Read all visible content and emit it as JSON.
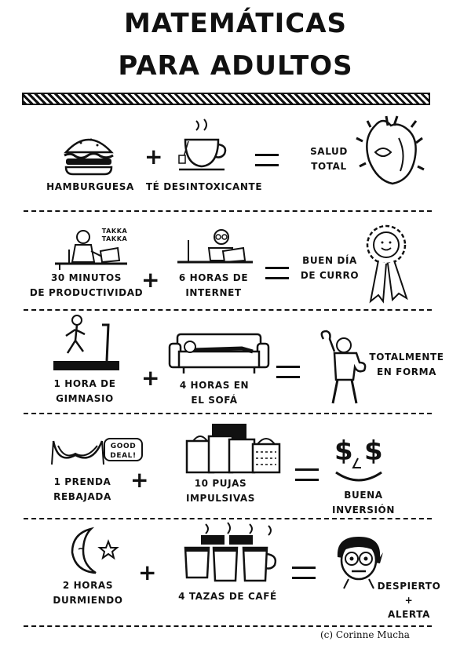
{
  "title": {
    "line1": "MATEMÁTICAS",
    "line2": "PARA ADULTOS"
  },
  "rows": [
    {
      "item_a": "HAMBURGUESA",
      "item_b": "TÉ DESINTOXICANTE",
      "result_line1": "SALUD",
      "result_line2": "TOTAL",
      "icons": [
        "burger-icon",
        "teacup-icon",
        "heart-icon"
      ]
    },
    {
      "item_a_line1": "30 MINUTOS",
      "item_a_line2": "DE PRODUCTIVIDAD",
      "sfx": "TAKKA TAKKA",
      "item_b_line1": "6 HORAS DE",
      "item_b_line2": "INTERNET",
      "result_line1": "BUEN DÍA",
      "result_line2": "DE CURRO",
      "icons": [
        "person-at-laptop-icon",
        "person-at-laptop-icon",
        "rosette-ribbon-icon"
      ]
    },
    {
      "item_a_line1": "1 HORA DE",
      "item_a_line2": "GIMNASIO",
      "item_b_line1": "4 HORAS EN",
      "item_b_line2": "EL SOFÁ",
      "result_line1": "TOTALMENTE",
      "result_line2": "EN FORMA",
      "icons": [
        "treadmill-runner-icon",
        "person-on-sofa-icon",
        "flexing-person-icon"
      ]
    },
    {
      "item_a_line1": "1 PRENDA",
      "item_a_line2": "REBAJADA",
      "bubble": "GOOD DEAL!",
      "item_b_line1": "10 PUJAS",
      "item_b_line2": "IMPULSIVAS",
      "result_line1": "BUENA",
      "result_line2": "INVERSIÓN",
      "icons": [
        "bra-icon",
        "shopping-bags-icon",
        "dollar-smile-icon"
      ]
    },
    {
      "item_a_line1": "2 HORAS",
      "item_a_line2": "DURMIENDO",
      "item_b": "4 TAZAS DE CAFÉ",
      "result_line1": "DESPIERTO",
      "result_plus": "+",
      "result_line2": "ALERTA",
      "icons": [
        "moon-star-icon",
        "coffee-cups-icon",
        "wide-eyed-face-icon"
      ]
    }
  ],
  "operators": {
    "plus": "+"
  },
  "credit": "(c) Corinne Mucha",
  "colors": {
    "ink": "#111111",
    "paper": "#ffffff"
  }
}
